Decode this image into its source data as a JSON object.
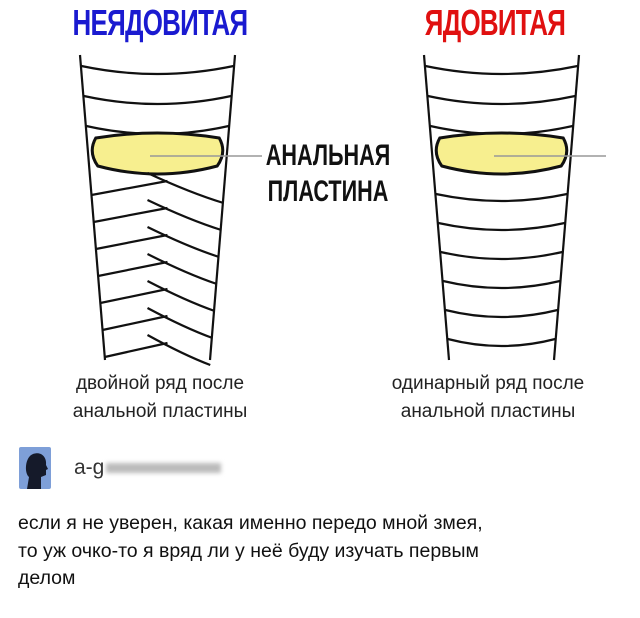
{
  "titles": {
    "left": "НЕЯДОВИТАЯ",
    "right": "ЯДОВИТАЯ"
  },
  "colors": {
    "nonvenomous": "#1a1ad0",
    "venomous": "#e01010",
    "anal_plate": "#f7ef8f"
  },
  "center_label": {
    "line1": "АНАЛЬНАЯ",
    "line2": "ПЛАСТИНА"
  },
  "captions": {
    "left": {
      "line1": "двойной ряд после",
      "line2": "анальной пластины"
    },
    "right": {
      "line1": "одинарный ряд после",
      "line2": "анальной пластины"
    }
  },
  "post": {
    "avatar_icon": "user-silhouette-icon",
    "username_visible": "a-g",
    "lines": [
      "если я не уверен, какая именно передо мной змея,",
      "то уж очко-то я вряд ли у неё буду изучать первым",
      "делом"
    ]
  }
}
